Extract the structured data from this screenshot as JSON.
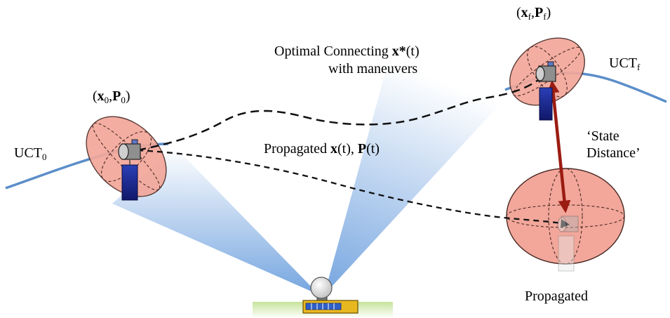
{
  "labels": {
    "uct0_main": "UCT",
    "uct0_sub": "0",
    "uctf_main": "UCT",
    "uctf_sub": "f",
    "state0": {
      "open": "(",
      "x": "x",
      "x_sub": "0",
      "comma": ",",
      "p": "P",
      "p_sub": "0",
      "close": ")"
    },
    "statef": {
      "open": "(",
      "x": "x",
      "x_sub": "f",
      "comma": ",",
      "p": "P",
      "p_sub": "f",
      "close": ")"
    },
    "optimal_line1_text": "Optimal Connecting ",
    "optimal_line1_var": "x*",
    "optimal_line1_arg": "(t)",
    "optimal_line2": "with maneuvers",
    "propagated_text": "Propagated ",
    "propagated_x": "x",
    "propagated_x_arg": "(t), ",
    "propagated_p": "P",
    "propagated_p_arg": "(t)",
    "state_distance_line1": "‘State",
    "state_distance_line2": "Distance’",
    "propagated_bottom": "Propagated"
  },
  "colors": {
    "orbit": "#5b8ec9",
    "ellipsoid_fill": "#f2a79a",
    "ellipsoid_stroke": "#5a2e28",
    "arrow": "#9b1c12",
    "beam": "#6a9fdc",
    "panel": "#1a2a9a",
    "ground": "#a8cf6a",
    "station_body": "#e8b820",
    "station_windows": "#2f5fc7"
  }
}
